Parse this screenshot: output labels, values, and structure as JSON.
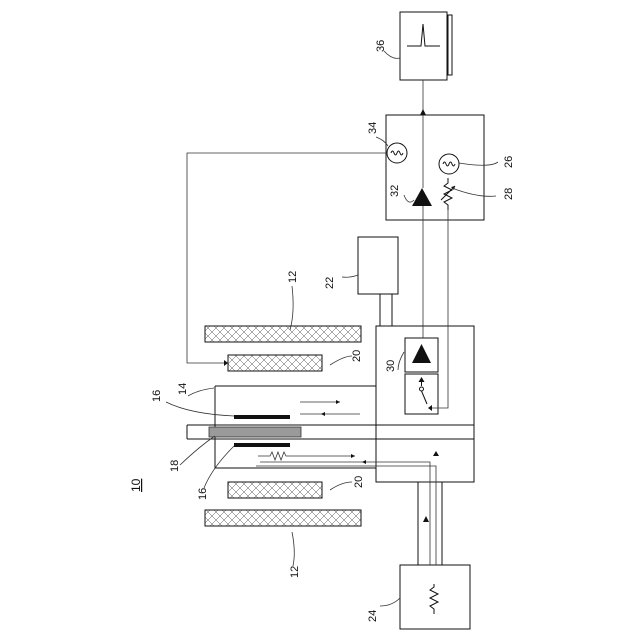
{
  "figure_label": "10",
  "reference_numerals": {
    "outer_coil_top": "12",
    "outer_coil_bottom": "12",
    "housing": "14",
    "electrode_upper": "16",
    "electrode_lower": "16",
    "sample": "18",
    "inner_coil_top": "20",
    "inner_coil_bottom": "20",
    "box_22": "22",
    "box_24": "24",
    "meter_26": "26",
    "resistor_28": "28",
    "amp_switch_30": "30",
    "amplifier_32": "32",
    "meter_34": "34",
    "display_36": "36"
  }
}
